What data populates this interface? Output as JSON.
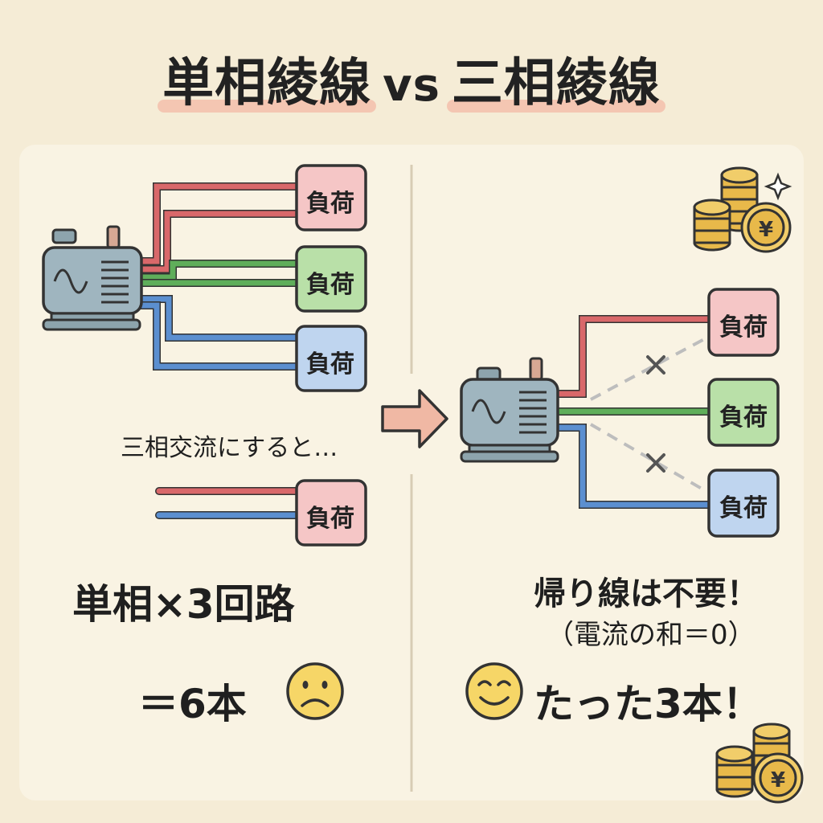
{
  "title": {
    "left": "単相綾線",
    "vs": "vs",
    "right": "三相綾線"
  },
  "left_panel": {
    "load_label": "負荷",
    "note": "三相交流にすると…",
    "single_phase_label": "単相×3回路",
    "wire_count_prefix": "＝",
    "wire_count": "6本"
  },
  "right_panel": {
    "load_label": "負荷",
    "return_line_text": "帰り線は不要！",
    "current_sum_text": "（電流の和＝0）",
    "wire_count": "たった3本！"
  },
  "icons": {
    "generator": "generator-icon",
    "coins": "coins-icon",
    "sparkle": "sparkle-icon",
    "sad_face": "sad-face-icon",
    "happy_face": "happy-face-icon",
    "arrow": "arrow-right-icon",
    "cross": "cross-icon",
    "yen": "¥"
  },
  "colors": {
    "red_wire": "#d9686a",
    "green_wire": "#5fae5a",
    "blue_wire": "#5b8fd0",
    "red_load": "#f5c6c6",
    "green_load": "#b9e0a8",
    "blue_load": "#bfd5ef",
    "highlight": "#f3b9a6",
    "coin": "#e8b94a"
  }
}
